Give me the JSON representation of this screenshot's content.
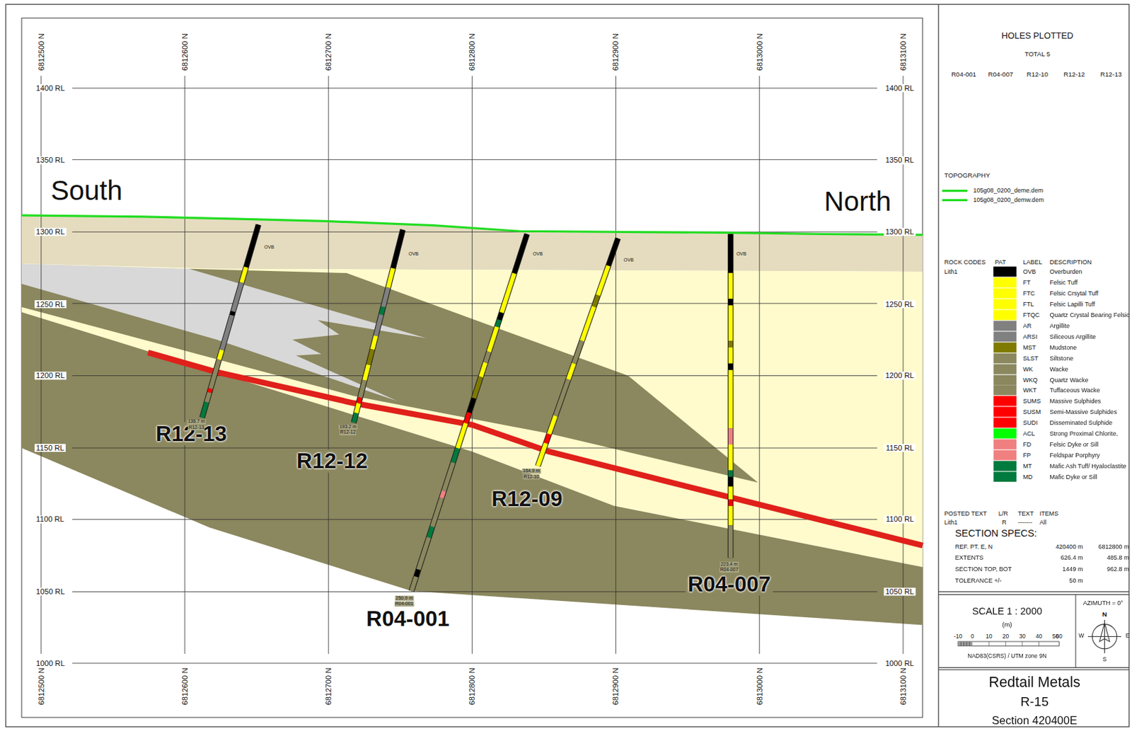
{
  "diagram": {
    "nodes": [
      {
        "text": [
          "Redtail Metals",
          "R-15",
          "Section 420400E"
        ]
      },
      {
        "text": [
          "SCALE  1 : 2000",
          "(m)",
          "NAD83(CSRS) / UTM zone 9N"
        ]
      },
      {
        "text": [
          "AZIMUTH = 0°"
        ]
      }
    ],
    "labels": [
      "6812500 N",
      "6812600 N",
      "6812700 N",
      "6812800 N",
      "6812900 N",
      "6813000 N",
      "6813100 N",
      "6812500 N",
      "6812600 N",
      "6812700 N",
      "6812800 N",
      "6812900 N",
      "6813000 N",
      "6813100 N",
      "1400 RL",
      "1350 RL",
      "1300 RL",
      "1250 RL",
      "1200 RL",
      "1150 RL",
      "1100 RL",
      "1050 RL",
      "1000 RL",
      "1400 RL",
      "1350 RL",
      "1300 RL",
      "1250 RL",
      "1200 RL",
      "1150 RL",
      "1100 RL",
      "1050 RL",
      "1000 RL",
      "South",
      "North",
      "R12-13",
      "R12-12",
      "R12-09",
      "R04-001",
      "R04-007",
      "136.7 m",
      "R12-13",
      "193.2 m",
      "R12-12",
      "250.9 m",
      "R04-001",
      "164.9 m",
      "R12-10",
      "223.4 m",
      "R04-007",
      "OVB",
      "OVB",
      "OVB",
      "OVB",
      "OVB",
      "HOLES PLOTTED",
      "TOTAL 5",
      "R04-001",
      "R04-007",
      "R12-10",
      "R12-12",
      "R12-13",
      "TOPOGRAPHY",
      "ROCK CODES",
      "Lith1",
      "PAT",
      "LABEL",
      "DESCRIPTION",
      "OVB",
      "FT",
      "FTC",
      "FTL",
      "FTQC",
      "AR",
      "ARSI",
      "MST",
      "SLST",
      "WK",
      "WKQ",
      "WKT",
      "SUMS",
      "SUSM",
      "SUDI",
      "ACL",
      "FD",
      "FP",
      "MT",
      "MD",
      "POSTED TEXT",
      "L/R",
      "TEXT",
      "ITEMS",
      "Lith1",
      "R",
      "-------",
      "All",
      "SECTION  SPECS:",
      "REF. PT. E, N",
      "420400 m",
      "6812800 m",
      "EXTENTS",
      "626.4 m",
      "485.8 m",
      "SECTION TOP, BOT",
      "1449 m",
      "962.8 m",
      "TOLERANCE +/-",
      "50 m",
      "-10",
      "0",
      "10",
      "20",
      "30",
      "40",
      "50",
      "60",
      "N",
      "E",
      "S",
      "W"
    ],
    "legend": [
      {
        "text": "105g08_0200_deme.dem"
      },
      {
        "text": "105g08_0200_demw.dem"
      },
      {
        "text": "Overburden",
        "color": "#000000"
      },
      {
        "text": "Felsic Tuff",
        "color": "#ffff00"
      },
      {
        "text": "Felsic Crsytal Tuff",
        "color": "#ffff00"
      },
      {
        "text": "Felsic Lapilli Tuff",
        "color": "#ffff00"
      },
      {
        "text": "Quartz Crystal Bearing Felsic",
        "color": "#ffff00"
      },
      {
        "text": "Argillite",
        "color": "#808080"
      },
      {
        "text": "Siliceous Argillite",
        "color": "#808080"
      },
      {
        "text": "Mudstone",
        "color": "#7f7a00"
      },
      {
        "text": "Siltstone",
        "color": "#8b875e"
      },
      {
        "text": "Wacke",
        "color": "#8b875e"
      },
      {
        "text": "Quartz Wacke",
        "color": "#8b875e"
      },
      {
        "text": "Tuffaceous Wacke",
        "color": "#8b875e"
      },
      {
        "text": "Massive Sulphides",
        "color": "#ff0000"
      },
      {
        "text": "Semi-Massive Sulphides",
        "color": "#ff0000"
      },
      {
        "text": "Disseminated Sulphide",
        "color": "#ff0000"
      },
      {
        "text": "Strong Proximal Chlorite,",
        "color": "#00ff00"
      },
      {
        "text": "Felsic Dyke or Sill",
        "color": "#f08080"
      },
      {
        "text": "Feldspar Porphyry",
        "color": "#f08080"
      },
      {
        "text": "Mafic Ash Tuff/ Hyaloclastite",
        "color": "#007a3d"
      },
      {
        "text": "Mafic Dyke or Sill",
        "color": "#007a3d"
      }
    ]
  }
}
